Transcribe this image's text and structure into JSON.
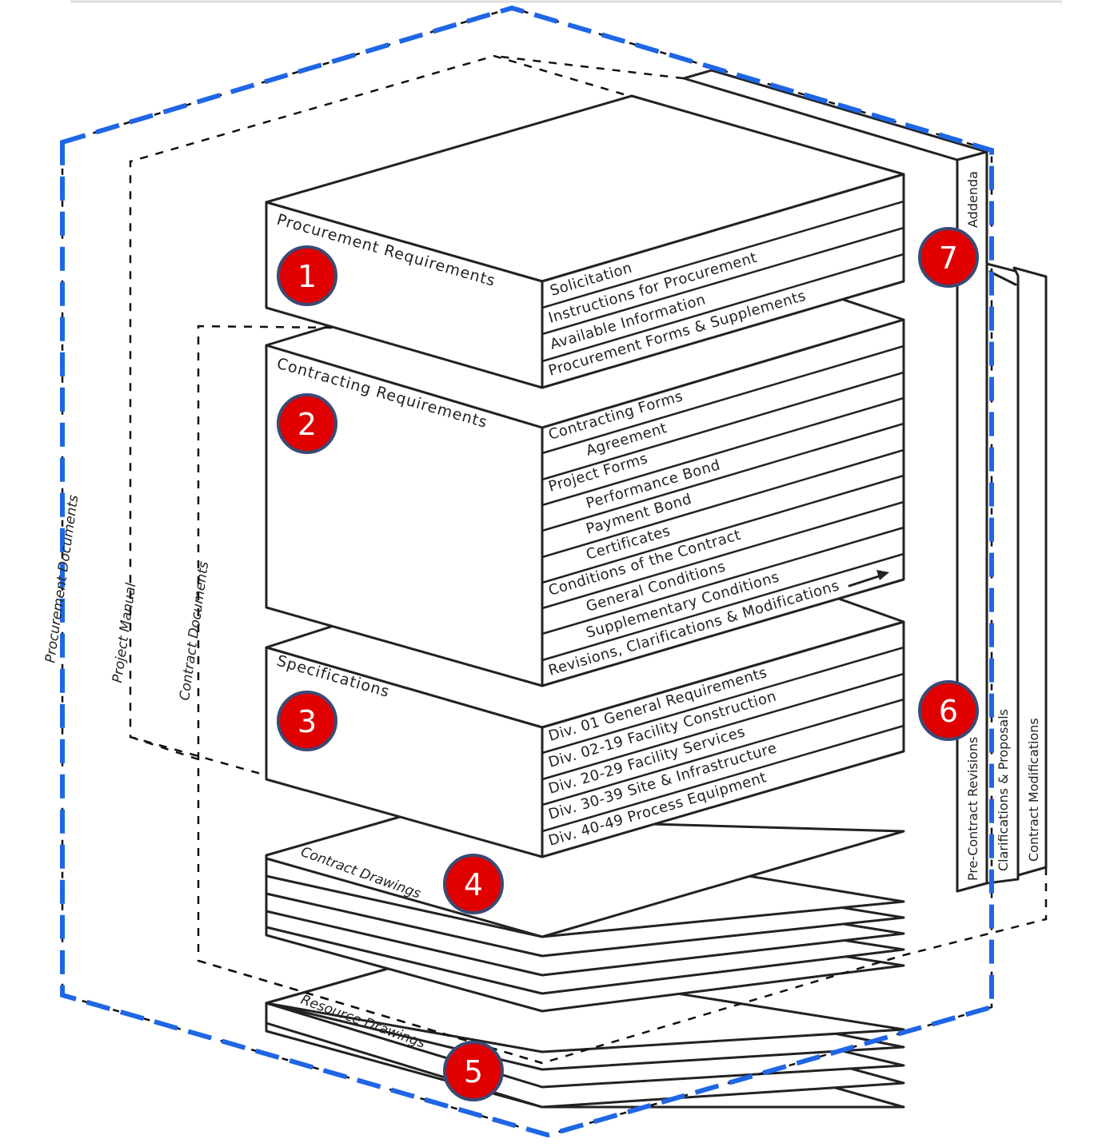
{
  "outer_labels": {
    "procurement_documents": "Procurement Documents",
    "project_manual": "Project Manual",
    "contract_documents": "Contract Documents"
  },
  "procurement": {
    "title": "Procurement Requirements",
    "rows": [
      "Solicitation",
      "Instructions for Procurement",
      "Available Information",
      "Procurement Forms & Supplements"
    ]
  },
  "contracting": {
    "title": "Contracting Requirements",
    "rows": [
      "Contracting Forms",
      "Agreement",
      "Project Forms",
      "Performance Bond",
      "Payment Bond",
      "Certificates",
      "Conditions of the Contract",
      "General Conditions",
      "Supplementary Conditions",
      "Revisions, Clarifications & Modifications"
    ]
  },
  "specifications": {
    "title": "Specifications",
    "rows": [
      "Div. 01 General Requirements",
      "Div. 02-19 Facility Construction",
      "Div. 20-29 Facility Services",
      "Div. 30-39 Site & Infrastructure",
      "Div. 40-49 Process Equipment"
    ]
  },
  "drawings": {
    "contract": "Contract Drawings",
    "resource": "Resource Drawings"
  },
  "side_tabs": {
    "addenda": "Addenda",
    "pre_contract": "Pre-Contract Revisions",
    "clarifications": "Clarifications & Proposals",
    "modifications": "Contract Modifications"
  },
  "badges": [
    "1",
    "2",
    "3",
    "4",
    "5",
    "6",
    "7"
  ],
  "colors": {
    "badge_fill": "#e00000",
    "badge_stroke": "#3a4a75",
    "procurement_boundary": "#1f66e5"
  }
}
